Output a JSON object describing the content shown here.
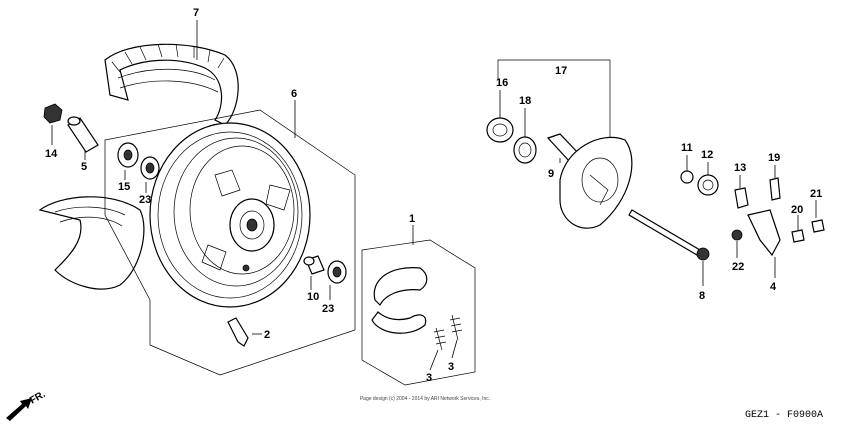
{
  "parts": [
    {
      "id": "p1",
      "number": "1"
    },
    {
      "id": "p2",
      "number": "2"
    },
    {
      "id": "p3a",
      "number": "3"
    },
    {
      "id": "p3b",
      "number": "3"
    },
    {
      "id": "p4",
      "number": "4"
    },
    {
      "id": "p5",
      "number": "5"
    },
    {
      "id": "p6",
      "number": "6"
    },
    {
      "id": "p7",
      "number": "7"
    },
    {
      "id": "p8",
      "number": "8"
    },
    {
      "id": "p9",
      "number": "9"
    },
    {
      "id": "p10",
      "number": "10"
    },
    {
      "id": "p11",
      "number": "11"
    },
    {
      "id": "p12",
      "number": "12"
    },
    {
      "id": "p13",
      "number": "13"
    },
    {
      "id": "p14",
      "number": "14"
    },
    {
      "id": "p15",
      "number": "15"
    },
    {
      "id": "p16",
      "number": "16"
    },
    {
      "id": "p17",
      "number": "17"
    },
    {
      "id": "p18",
      "number": "18"
    },
    {
      "id": "p19",
      "number": "19"
    },
    {
      "id": "p20",
      "number": "20"
    },
    {
      "id": "p21",
      "number": "21"
    },
    {
      "id": "p22",
      "number": "22"
    },
    {
      "id": "p23a",
      "number": "23"
    },
    {
      "id": "p23b",
      "number": "23"
    }
  ],
  "footer": {
    "copyright": "Page design (c) 2004 - 2014 by ARI Network Services, Inc."
  },
  "direction": {
    "label": "FR."
  },
  "diagram_code": "GEZ1 - F0900A"
}
